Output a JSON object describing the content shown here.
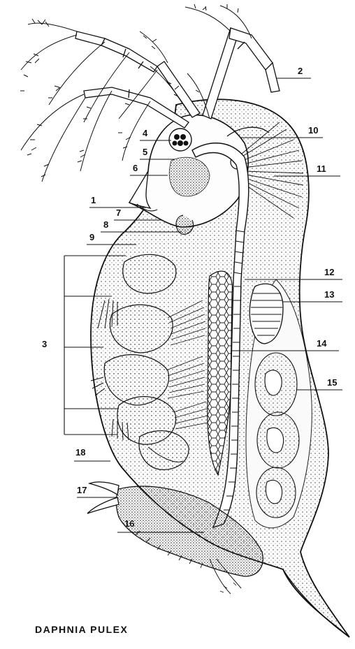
{
  "title": "DAPHNIA PULEX",
  "labels": {
    "l1": "1",
    "l2": "2",
    "l3": "3",
    "l4": "4",
    "l5": "5",
    "l6": "6",
    "l7": "7",
    "l8": "8",
    "l9": "9",
    "l10": "10",
    "l11": "11",
    "l12": "12",
    "l13": "13",
    "l14": "14",
    "l15": "15",
    "l16": "16",
    "l17": "17",
    "l18": "18"
  }
}
